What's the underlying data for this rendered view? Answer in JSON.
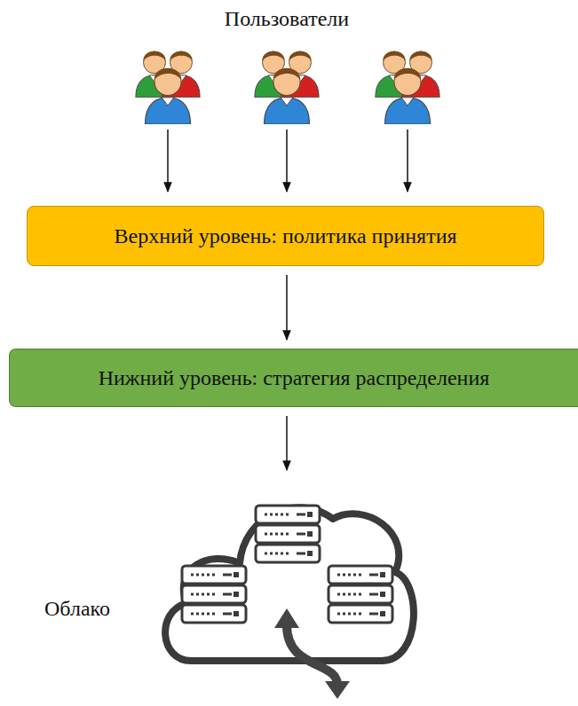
{
  "diagram": {
    "nodes": [
      {
        "text": [
          "Верхний уровень: политика принятия"
        ]
      },
      {
        "text": [
          "Нижний уровень: стратегия распределения"
        ]
      },
      {
        "text": [
          "Облако"
        ]
      }
    ],
    "edges": [
      {
        "from": 0,
        "to": 1,
        "arrow": "to"
      },
      {
        "from": 1,
        "to": 2,
        "arrow": "to"
      }
    ],
    "labels": [
      "Пользователи"
    ]
  }
}
